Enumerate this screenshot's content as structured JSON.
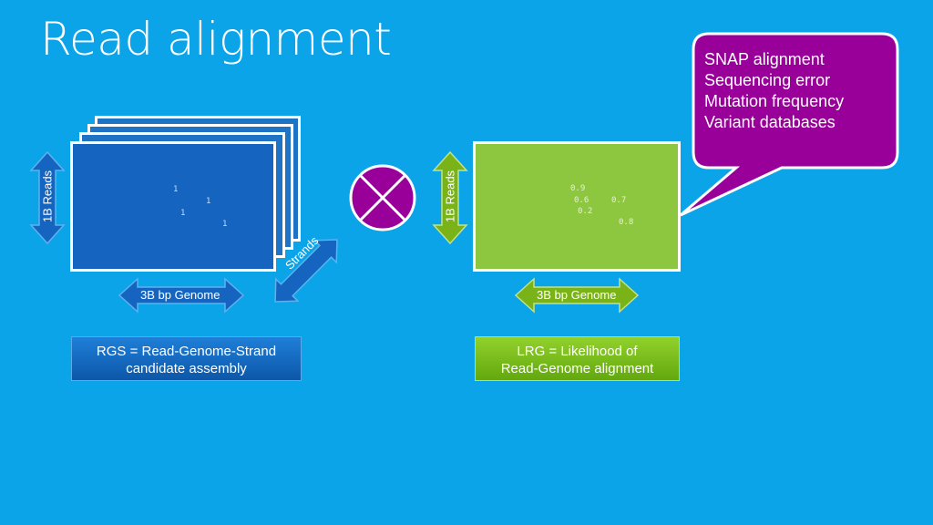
{
  "title": "Read alignment",
  "left": {
    "vertical_arrow_label": "1B Reads",
    "horizontal_arrow_label": "3B bp Genome",
    "diagonal_arrow_label": "Strands",
    "matrix_values": [
      "1",
      "1",
      "1",
      "1"
    ],
    "caption_line1": "RGS = Read-Genome-Strand",
    "caption_line2": "candidate assembly"
  },
  "operator_icon": "tensor-product-icon",
  "right": {
    "vertical_arrow_label": "1B Reads",
    "horizontal_arrow_label": "3B bp Genome",
    "matrix_values": [
      "0.9",
      "0.6",
      "0.7",
      "0.2",
      "0.8"
    ],
    "caption_line1": "LRG = Likelihood of",
    "caption_line2": "Read-Genome alignment"
  },
  "callout": {
    "lines": [
      "SNAP alignment",
      "Sequencing error",
      "Mutation frequency",
      "Variant databases"
    ]
  },
  "colors": {
    "background": "#0ba4e8",
    "blue_panel": "#1565c0",
    "green_panel": "#8dc63f",
    "callout": "#990099"
  }
}
